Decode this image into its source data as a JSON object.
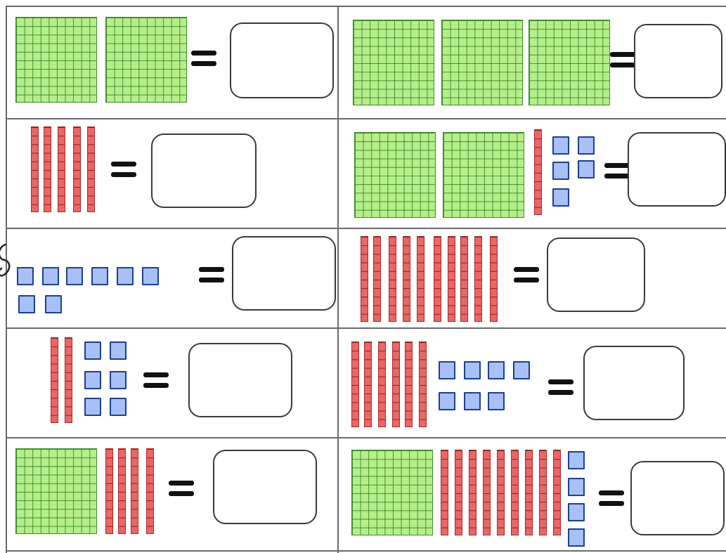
{
  "worksheet": {
    "problems": [
      {
        "id": "r1-left",
        "hundreds": 2,
        "tens": 0,
        "ones": 0
      },
      {
        "id": "r1-right",
        "hundreds": 3,
        "tens": 0,
        "ones": 0
      },
      {
        "id": "r2-left",
        "hundreds": 0,
        "tens": 5,
        "ones": 0
      },
      {
        "id": "r2-right",
        "hundreds": 2,
        "tens": 1,
        "ones": 5
      },
      {
        "id": "r3-left",
        "hundreds": 0,
        "tens": 0,
        "ones": 8
      },
      {
        "id": "r3-right",
        "hundreds": 0,
        "tens": 10,
        "ones": 0
      },
      {
        "id": "r4-left",
        "hundreds": 0,
        "tens": 2,
        "ones": 6
      },
      {
        "id": "r4-right",
        "hundreds": 0,
        "tens": 6,
        "ones": 7
      },
      {
        "id": "r5-left",
        "hundreds": 1,
        "tens": 4,
        "ones": 0
      },
      {
        "id": "r5-right",
        "hundreds": 1,
        "tens": 9,
        "ones": 4
      }
    ],
    "colors": {
      "hundreds_block": "#b6ef8a",
      "tens_rod": "#ea6767",
      "ones_cube": "#a7c0f6",
      "equals_sign": "#111111",
      "answer_box_border": "#3a3a3a"
    },
    "icons": {
      "equals": "equals-sign-icon",
      "doodle": "pencil-doodle"
    }
  }
}
